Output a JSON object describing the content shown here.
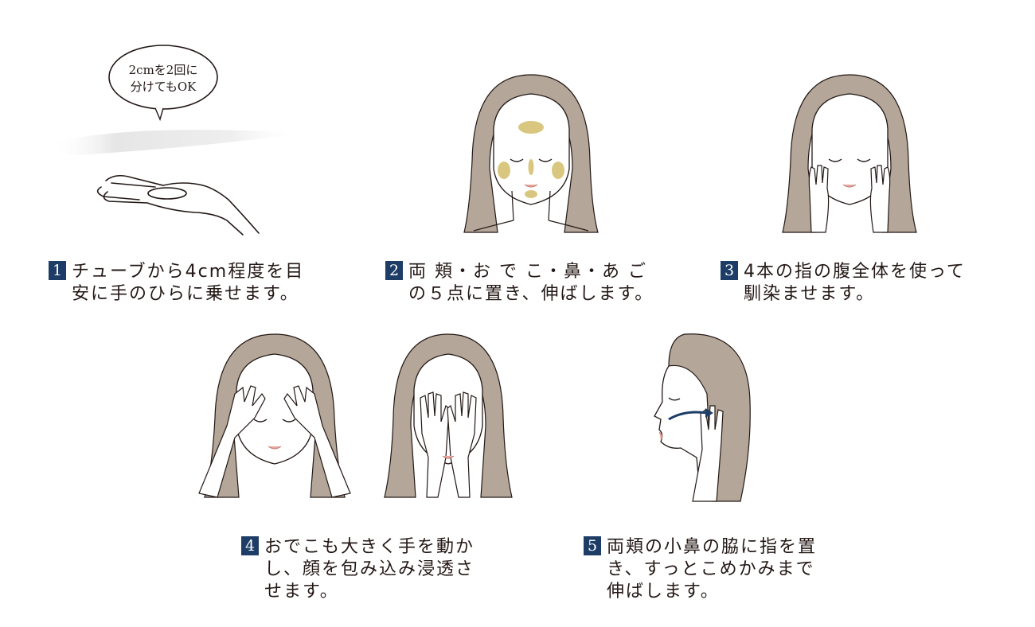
{
  "bubble": {
    "line1": "2cmを2回に",
    "line2": "分けてもOK"
  },
  "steps": [
    {
      "number": "1",
      "lines": [
        "チューブから4cm程度を目",
        "安に手のひらに乗せます。"
      ]
    },
    {
      "number": "2",
      "lines": [
        "両 頬・お で こ・鼻・あ ご",
        "の５点に置き、伸ばします。"
      ]
    },
    {
      "number": "3",
      "lines": [
        "4本の指の腹全体を使って",
        "馴染ませます。"
      ]
    },
    {
      "number": "4",
      "lines": [
        "おでこも大きく手を動か",
        "し、顔を包み込み浸透さ",
        "せます。"
      ]
    },
    {
      "number": "5",
      "lines": [
        "両頬の小鼻の脇に指を置",
        "き、すっとこめかみまで",
        "伸ばします。"
      ]
    }
  ],
  "colors": {
    "badge": "#1d3d67",
    "hair": "#b4a698",
    "dot": "#d9c77f",
    "arrow": "#1d3d67"
  }
}
